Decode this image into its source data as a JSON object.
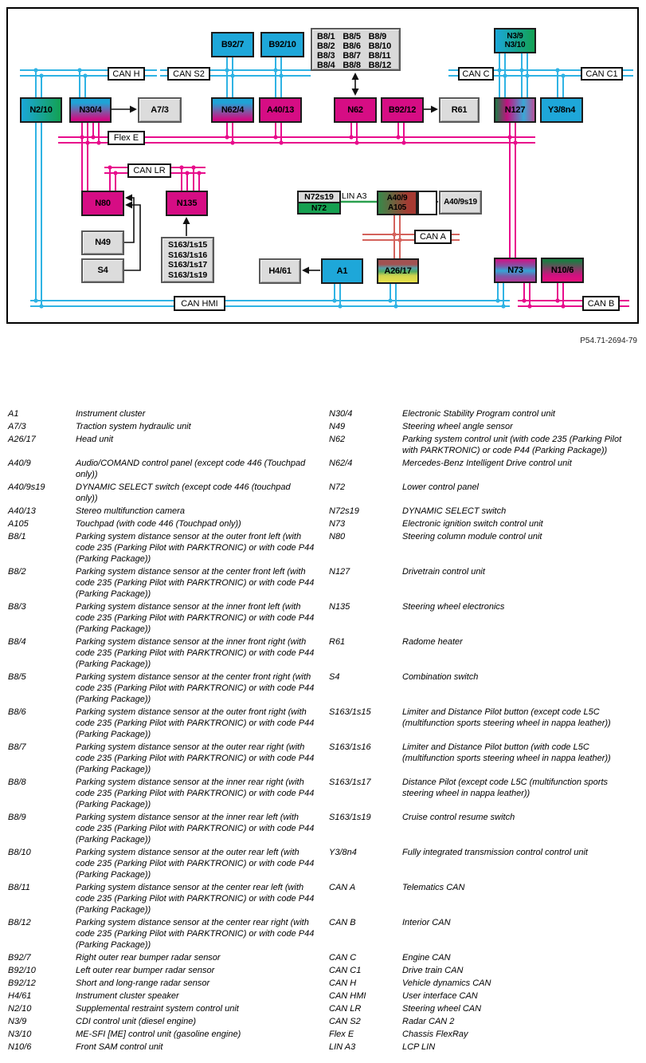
{
  "figure_number": "P54.71-2694-79",
  "colors": {
    "cyan_box": "#1ea7d9",
    "magenta_box": "#d60d84",
    "green_box": "#15a050",
    "cyan_line": "#2fb3e4",
    "magenta_line": "#e80c8c",
    "red_line": "#d4625c",
    "green_line": "#2aa04e"
  },
  "diagram": {
    "bus_labels": {
      "can_h": "CAN H",
      "can_s2": "CAN S2",
      "can_c": "CAN C",
      "can_c1": "CAN C1",
      "flex_e": "Flex E",
      "can_lr": "CAN LR",
      "lin_a3": "LIN A3",
      "can_a": "CAN A",
      "can_hmi": "CAN HMI",
      "can_b": "CAN B"
    },
    "nodes": {
      "b92_7": "B92/7",
      "b92_10": "B92/10",
      "n2_10": "N2/10",
      "n30_4": "N30/4",
      "a7_3": "A7/3",
      "n62_4": "N62/4",
      "a40_13": "A40/13",
      "n62": "N62",
      "b92_12": "B92/12",
      "r61": "R61",
      "n127": "N127",
      "y3_8n4": "Y3/8n4",
      "n80": "N80",
      "n135": "N135",
      "n49": "N49",
      "s4": "S4",
      "a40_9s19": "A40/9s19",
      "h4_61": "H4/61",
      "a1": "A1",
      "a26_17": "A26/17",
      "n73": "N73",
      "n10_6": "N10/6"
    },
    "n3_box": {
      "line1": "N3/9",
      "line2": "N3/10"
    },
    "a40_box": {
      "line1": "A40/9",
      "line2": "A105"
    },
    "n72_box": {
      "top": "N72s19",
      "bottom": "N72"
    },
    "b8_box_items": [
      "B8/1",
      "B8/2",
      "B8/3",
      "B8/4",
      "B8/5",
      "B8/6",
      "B8/7",
      "B8/8",
      "B8/9",
      "B8/10",
      "B8/11",
      "B8/12"
    ],
    "s163_items": [
      "S163/1s15",
      "S163/1s16",
      "S163/1s17",
      "S163/1s19"
    ]
  },
  "legend": {
    "rows": [
      {
        "lc": "A1",
        "ld": "Instrument cluster",
        "rc": "N30/4",
        "rd": "Electronic Stability Program control unit"
      },
      {
        "lc": "A7/3",
        "ld": "Traction system hydraulic unit",
        "rc": "N49",
        "rd": "Steering wheel angle sensor"
      },
      {
        "lc": "A26/17",
        "ld": "Head unit",
        "rc": "N62",
        "rd": "Parking system control unit (with code 235 (Parking Pilot with PARKTRONIC) or code P44 (Parking Package))"
      },
      {
        "lc": "A40/9",
        "ld": "Audio/COMAND control panel (except code 446 (Touchpad only))",
        "rc": "N62/4",
        "rd": "Mercedes-Benz Intelligent Drive control unit"
      },
      {
        "lc": "A40/9s19",
        "ld": "DYNAMIC SELECT switch (except code 446 (touchpad only))",
        "rc": "N72",
        "rd": "Lower control panel"
      },
      {
        "lc": "A40/13",
        "ld": "Stereo multifunction camera",
        "rc": "N72s19",
        "rd": "DYNAMIC SELECT switch"
      },
      {
        "lc": "A105",
        "ld": "Touchpad (with code 446 (Touchpad only))",
        "rc": "N73",
        "rd": "Electronic ignition switch control unit"
      },
      {
        "lc": "B8/1",
        "ld": "Parking system distance sensor at the outer front left (with code 235 (Parking Pilot with PARKTRONIC) or with code P44 (Parking Package))",
        "rc": "N80",
        "rd": "Steering column module control unit"
      },
      {
        "lc": "B8/2",
        "ld": "Parking system distance sensor at the center front left (with code 235 (Parking Pilot with PARKTRONIC) or with code P44 (Parking Package))",
        "rc": "N127",
        "rd": "Drivetrain control unit"
      },
      {
        "lc": "B8/3",
        "ld": "Parking system distance sensor at the inner front left (with code 235 (Parking Pilot with PARKTRONIC) or with code P44 (Parking Package))",
        "rc": "N135",
        "rd": "Steering wheel electronics"
      },
      {
        "lc": "B8/4",
        "ld": "Parking system distance sensor at the inner front right (with code 235 (Parking Pilot with PARKTRONIC) or with code P44 (Parking Package))",
        "rc": "R61",
        "rd": "Radome heater"
      },
      {
        "lc": "B8/5",
        "ld": "Parking system distance sensor at the center front right (with code 235 (Parking Pilot with PARKTRONIC) or with code P44 (Parking Package))",
        "rc": "S4",
        "rd": "Combination switch"
      },
      {
        "lc": "B8/6",
        "ld": "Parking system distance sensor at the outer front right (with code 235 (Parking Pilot with PARKTRONIC) or with code P44 (Parking Package))",
        "rc": "S163/1s15",
        "rd": "Limiter and Distance Pilot button (except code L5C (multifunction sports steering wheel in nappa leather))"
      },
      {
        "lc": "B8/7",
        "ld": "Parking system distance sensor at the outer rear right (with code 235 (Parking Pilot with PARKTRONIC) or with code P44 (Parking Package))",
        "rc": "S163/1s16",
        "rd": "Limiter and Distance Pilot button (with code L5C (multifunction sports steering wheel in nappa leather))"
      },
      {
        "lc": "B8/8",
        "ld": "Parking system distance sensor at the inner rear right (with code 235 (Parking Pilot with PARKTRONIC) or with code P44 (Parking Package))",
        "rc": "S163/1s17",
        "rd": "Distance Pilot (except code L5C (multifunction sports steering wheel in nappa leather))"
      },
      {
        "lc": "B8/9",
        "ld": "Parking system distance sensor at the inner rear left (with code 235 (Parking Pilot with PARKTRONIC) or with code P44 (Parking Package))",
        "rc": "S163/1s19",
        "rd": "Cruise control resume switch"
      },
      {
        "lc": "B8/10",
        "ld": "Parking system distance sensor at the outer rear left (with code 235 (Parking Pilot with PARKTRONIC) or with code P44 (Parking Package))",
        "rc": "Y3/8n4",
        "rd": "Fully integrated transmission control control unit"
      },
      {
        "lc": "B8/11",
        "ld": "Parking system distance sensor at the center rear left (with code 235 (Parking Pilot with PARKTRONIC) or with code P44 (Parking Package))",
        "rc": "CAN A",
        "rd": "Telematics CAN"
      },
      {
        "lc": "B8/12",
        "ld": "Parking system distance sensor at the center rear right (with code 235 (Parking Pilot with PARKTRONIC) or with code P44 (Parking Package))",
        "rc": "CAN B",
        "rd": "Interior CAN"
      },
      {
        "lc": "B92/7",
        "ld": "Right outer rear bumper radar sensor",
        "rc": "CAN C",
        "rd": "Engine CAN"
      },
      {
        "lc": "B92/10",
        "ld": "Left outer rear bumper radar sensor",
        "rc": "CAN C1",
        "rd": "Drive train CAN"
      },
      {
        "lc": "B92/12",
        "ld": "Short and long-range radar sensor",
        "rc": "CAN H",
        "rd": "Vehicle dynamics CAN"
      },
      {
        "lc": "H4/61",
        "ld": "Instrument cluster speaker",
        "rc": "CAN HMI",
        "rd": "User interface CAN"
      },
      {
        "lc": "N2/10",
        "ld": "Supplemental restraint system control unit",
        "rc": "CAN LR",
        "rd": "Steering wheel CAN"
      },
      {
        "lc": "N3/9",
        "ld": "CDI control unit (diesel engine)",
        "rc": "CAN S2",
        "rd": "Radar CAN 2"
      },
      {
        "lc": "N3/10",
        "ld": "ME-SFI [ME] control unit (gasoline engine)",
        "rc": "Flex E",
        "rd": "Chassis FlexRay"
      },
      {
        "lc": "N10/6",
        "ld": "Front SAM control unit",
        "rc": "LIN A3",
        "rd": "LCP LIN"
      }
    ]
  }
}
